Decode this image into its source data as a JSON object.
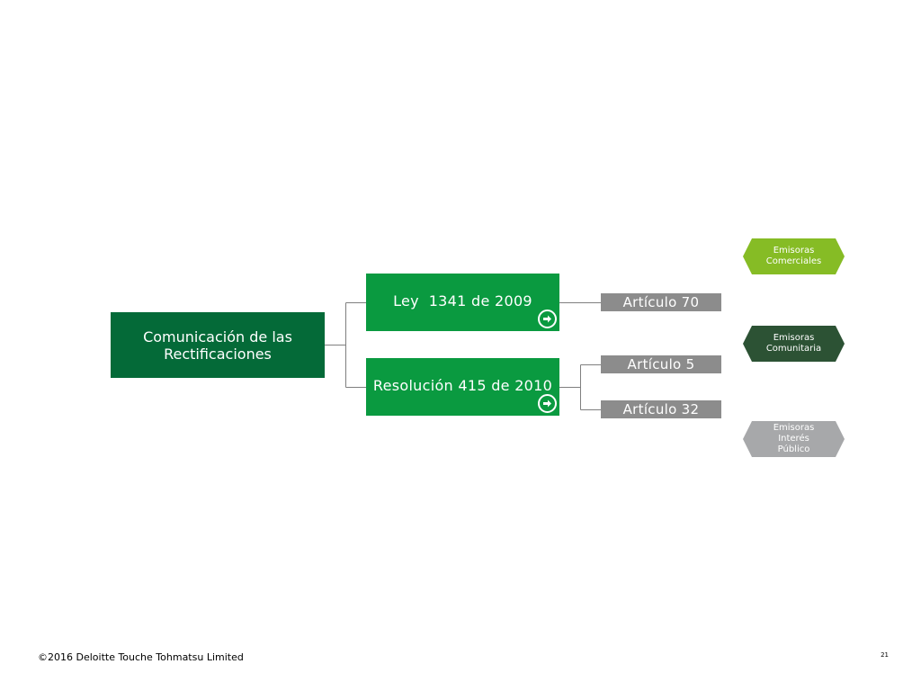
{
  "diagram": {
    "root": {
      "label": "Comunicación de las\nRectificaciones"
    },
    "laws": [
      {
        "label": "Ley  1341 de 2009",
        "icon": "arrow-right-circle-icon"
      },
      {
        "label": "Resolución 415 de 2010",
        "icon": "arrow-right-circle-icon"
      }
    ],
    "articles": [
      {
        "label": "Artículo 70"
      },
      {
        "label": "Artículo 5"
      },
      {
        "label": "Artículo 32"
      }
    ],
    "emisoras": [
      {
        "label": "Emisoras\nComerciales",
        "color": "#86bc25"
      },
      {
        "label": "Emisoras\nComunitaria",
        "color": "#2c5234"
      },
      {
        "label": "Emisoras\nInterés\nPúblico",
        "color": "#a7a8aa"
      }
    ]
  },
  "footer": {
    "copyright": "©2016 Deloitte Touche Tohmatsu Limited",
    "page_number": "21"
  },
  "colors": {
    "root_fill": "#046a38",
    "law_fill": "#0a9a40",
    "article_fill": "#8c8c8c",
    "connector": "#7f7f7f"
  }
}
